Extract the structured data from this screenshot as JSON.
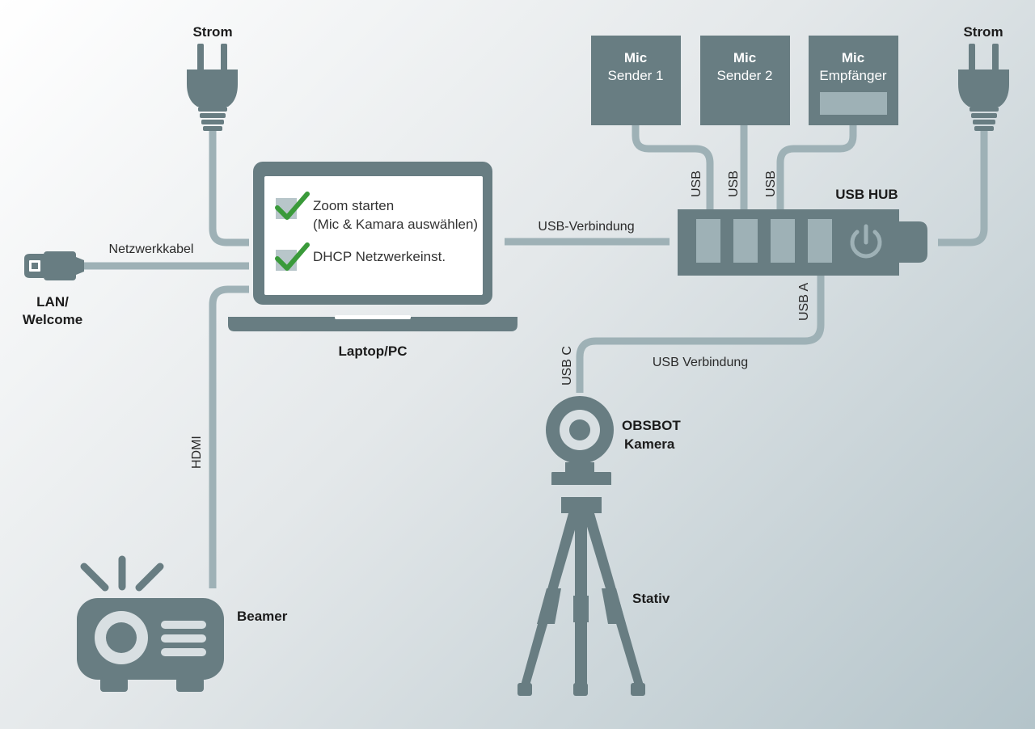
{
  "colors": {
    "device": "#687d82",
    "cable": "#9eb1b6",
    "check": "#3a9a3a"
  },
  "labels": {
    "strom_left": "Strom",
    "strom_right": "Strom",
    "lan_line1": "LAN/",
    "lan_line2": "Welcome",
    "netzwerkkabel": "Netzwerkkabel",
    "laptop": "Laptop/PC",
    "usb_verbindung_top": "USB-Verbindung",
    "usb_hub": "USB HUB",
    "usb1": "USB",
    "usb2": "USB",
    "usb3": "USB",
    "usb_a": "USB A",
    "usb_c": "USB C",
    "usb_verbindung_bottom": "USB Verbindung",
    "obsbot_line1": "OBSBOT",
    "obsbot_line2": "Kamera",
    "stativ": "Stativ",
    "hdmi": "HDMI",
    "beamer": "Beamer"
  },
  "mics": [
    {
      "title": "Mic",
      "subtitle": "Sender 1"
    },
    {
      "title": "Mic",
      "subtitle": "Sender 2"
    },
    {
      "title": "Mic",
      "subtitle": "Empfänger"
    }
  ],
  "screen": {
    "item1_line1": "Zoom starten",
    "item1_line2": "(Mic & Kamara auswählen)",
    "item2": "DHCP Netzwerkeinst."
  },
  "icons": [
    "plug-icon",
    "lan-plug-icon",
    "laptop-icon",
    "check-icon",
    "usb-hub-icon",
    "power-icon",
    "webcam-icon",
    "tripod-icon",
    "projector-icon"
  ]
}
